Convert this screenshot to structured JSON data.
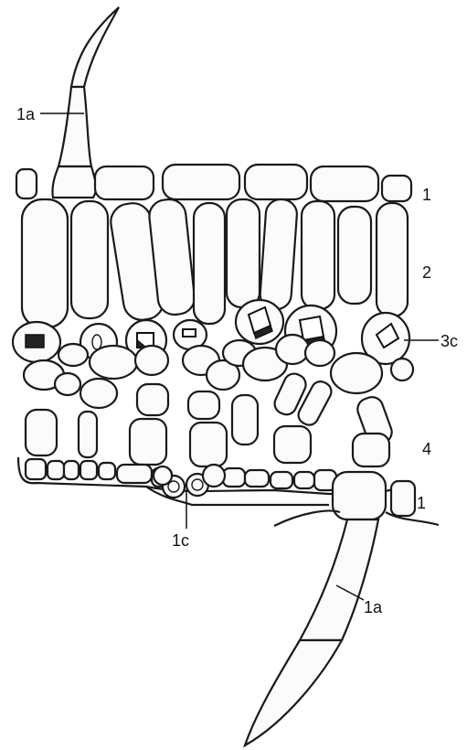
{
  "labels": {
    "hair_top": "1a",
    "upper_epidermis": "1",
    "palisade": "2",
    "crystal_cell": "3c",
    "spongy": "4",
    "lower_epidermis": "1",
    "stomata": "1c",
    "hair_bottom": "1a"
  }
}
